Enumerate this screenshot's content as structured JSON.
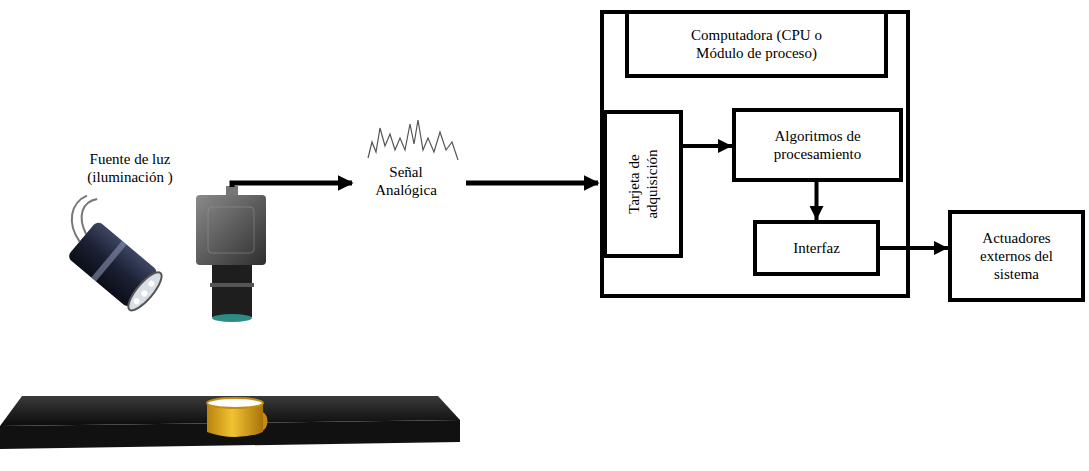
{
  "diagram": {
    "nodes": [
      {
        "text": []
      },
      {
        "text": [
          "Computadora (CPU o Módulo de proceso)"
        ],
        "in": 0
      },
      {
        "text": [
          "Tarjeta de adquisición"
        ],
        "in": 0
      },
      {
        "text": [
          "Algoritmos de procesamiento"
        ],
        "in": 0
      },
      {
        "text": [
          "Interfaz"
        ],
        "in": 0
      },
      {
        "text": [
          "Actuadores externos del sistema"
        ]
      }
    ],
    "edges": [
      {
        "from": 2,
        "to": 3,
        "arrow": "to"
      },
      {
        "from": 3,
        "to": 4,
        "arrow": "to"
      },
      {
        "from": 4,
        "to": 5,
        "arrow": "to"
      }
    ],
    "labels": [
      "Fuente de luz (iluminación )",
      "Señal Analógica"
    ]
  }
}
